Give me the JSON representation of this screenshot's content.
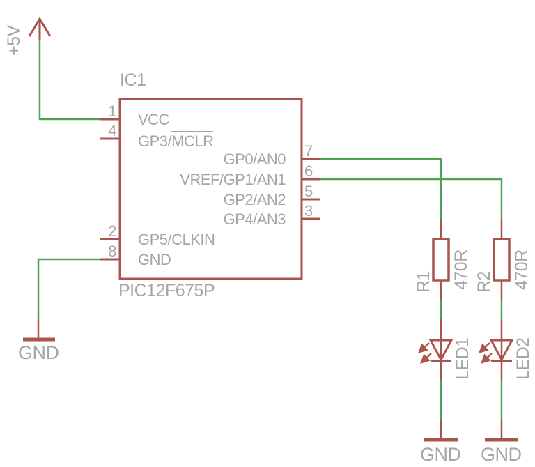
{
  "colors": {
    "wire_green": "#4da44d",
    "component_red": "#a9544d",
    "label_gray": "#a5a5a5"
  },
  "power": {
    "vcc_label": "+5V",
    "gnd_label": "GND"
  },
  "ic": {
    "designator": "IC1",
    "part_number": "PIC12F675P",
    "left_pins": [
      {
        "number": "1",
        "label": "VCC",
        "overline": ""
      },
      {
        "number": "4",
        "label": "GP3/",
        "overline": "MCLR"
      },
      {
        "number": "2",
        "label": "GP5/CLKIN",
        "overline": ""
      },
      {
        "number": "8",
        "label": "GND",
        "overline": ""
      }
    ],
    "right_pins": [
      {
        "number": "7",
        "label": "GP0/AN0"
      },
      {
        "number": "6",
        "label": "VREF/GP1/AN1"
      },
      {
        "number": "5",
        "label": "GP2/AN2"
      },
      {
        "number": "3",
        "label": "GP4/AN3"
      }
    ]
  },
  "resistors": [
    {
      "designator": "R1",
      "value": "470R"
    },
    {
      "designator": "R2",
      "value": "470R"
    }
  ],
  "leds": [
    {
      "designator": "LED1"
    },
    {
      "designator": "LED2"
    }
  ]
}
